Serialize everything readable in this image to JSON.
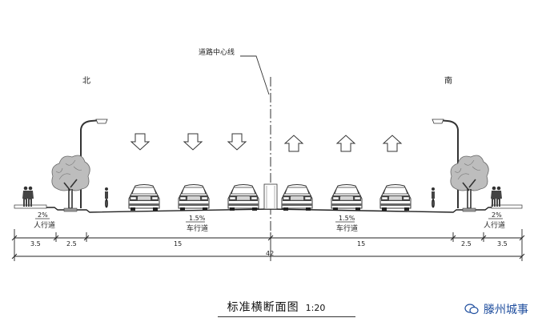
{
  "diagram": {
    "centerline_label": "道路中心线",
    "north_label": "北",
    "south_label": "南",
    "sidewalk_label": "人行道",
    "carriageway_label": "车行道",
    "sidewalk_slope": "2%",
    "carriageway_slope": "1.5%",
    "dimensions": [
      "3.5",
      "2.5",
      "15",
      "15",
      "2.5",
      "3.5"
    ],
    "total_width": "42",
    "title": "标准横断面图",
    "scale": "1:20",
    "watermark": "滕州城事"
  }
}
